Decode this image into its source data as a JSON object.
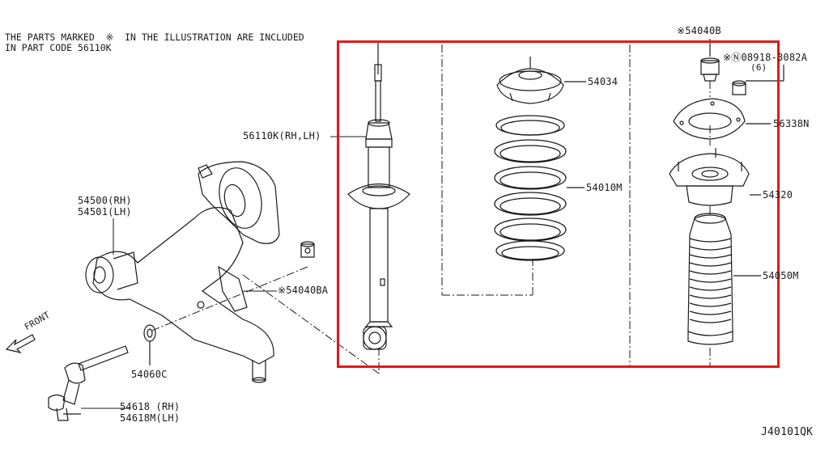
{
  "note": {
    "line1": "THE PARTS MARKED  ※  IN THE ILLUSTRATION ARE INCLUDED",
    "line2": "IN PART CODE 56110K"
  },
  "labels": {
    "shock_absorber": "56110K(RH,LH)",
    "mount_seat": "54034",
    "coil_spring": "54010M",
    "nut_top": "※54040B",
    "nut_n": "※Ⓝ08918-3082A",
    "nut_n_qty": "(6)",
    "plate_56338": "56338N",
    "strut_mount": "54320",
    "bound_bumper": "54050M",
    "lower_arm_rh": "54500(RH)",
    "lower_arm_lh": "54501(LH)",
    "nut_arm": "※54040BA",
    "washer": "54060C",
    "tie_rod_rh": "54618 (RH)",
    "tie_rod_lh": "54618M(LH)",
    "front_arrow": "FRONT",
    "diagram_code": "J40101QK"
  },
  "colors": {
    "line": "#1a1a1a",
    "highlight": "#e0191b",
    "background": "#ffffff"
  }
}
